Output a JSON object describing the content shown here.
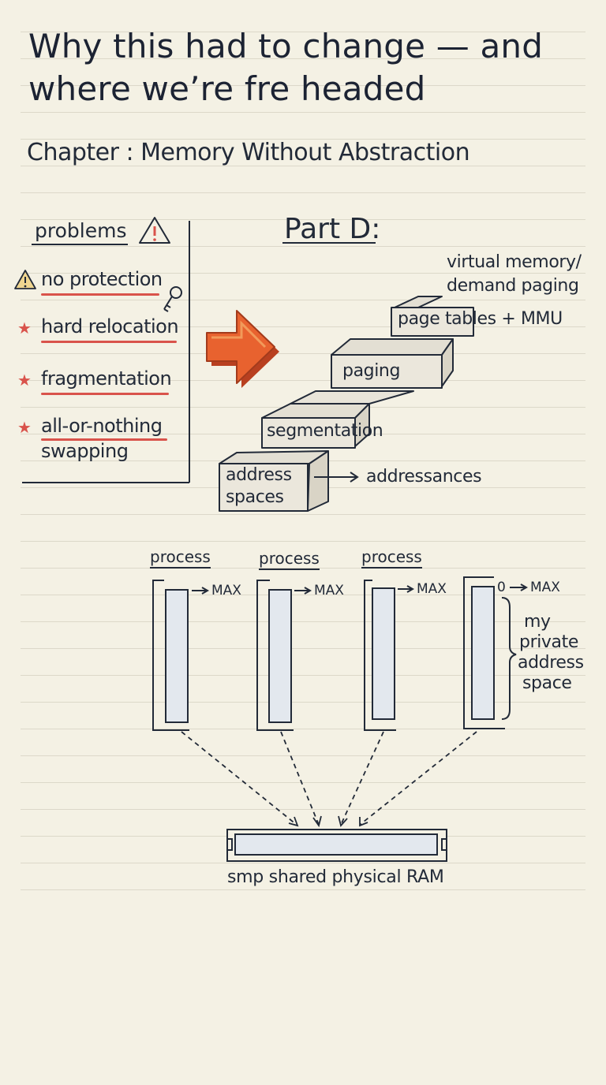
{
  "title": "Why this had to change — and where we’re fre headed",
  "subtitle": "Chapter : Memory Without Abstraction",
  "problems": {
    "heading": "problems",
    "items": [
      {
        "text": "no protection"
      },
      {
        "text": "hard relocation"
      },
      {
        "text": "fragmentation"
      },
      {
        "text": "all-or-nothing",
        "text2": "swapping"
      }
    ]
  },
  "part_d": {
    "heading": "Part D:",
    "steps": [
      "address",
      "spaces",
      "segmentation",
      "paging",
      "page tables + MMU"
    ],
    "top_note_line1": "virtual memory/",
    "top_note_line2": "demand paging",
    "side_note": "addressances"
  },
  "processes": {
    "label": "process",
    "max_label": "MAX",
    "zero_label": "0",
    "brace_line1": "my",
    "brace_line2": "private",
    "brace_line3": "address",
    "brace_line4": "space"
  },
  "ram_label": "smp shared physical RAM",
  "colors": {
    "accent_red": "#d9534b",
    "arrow_orange": "#e8622f",
    "ink": "#222a38",
    "paper": "#f4f1e4",
    "step_fill": "#ebe7dc"
  }
}
